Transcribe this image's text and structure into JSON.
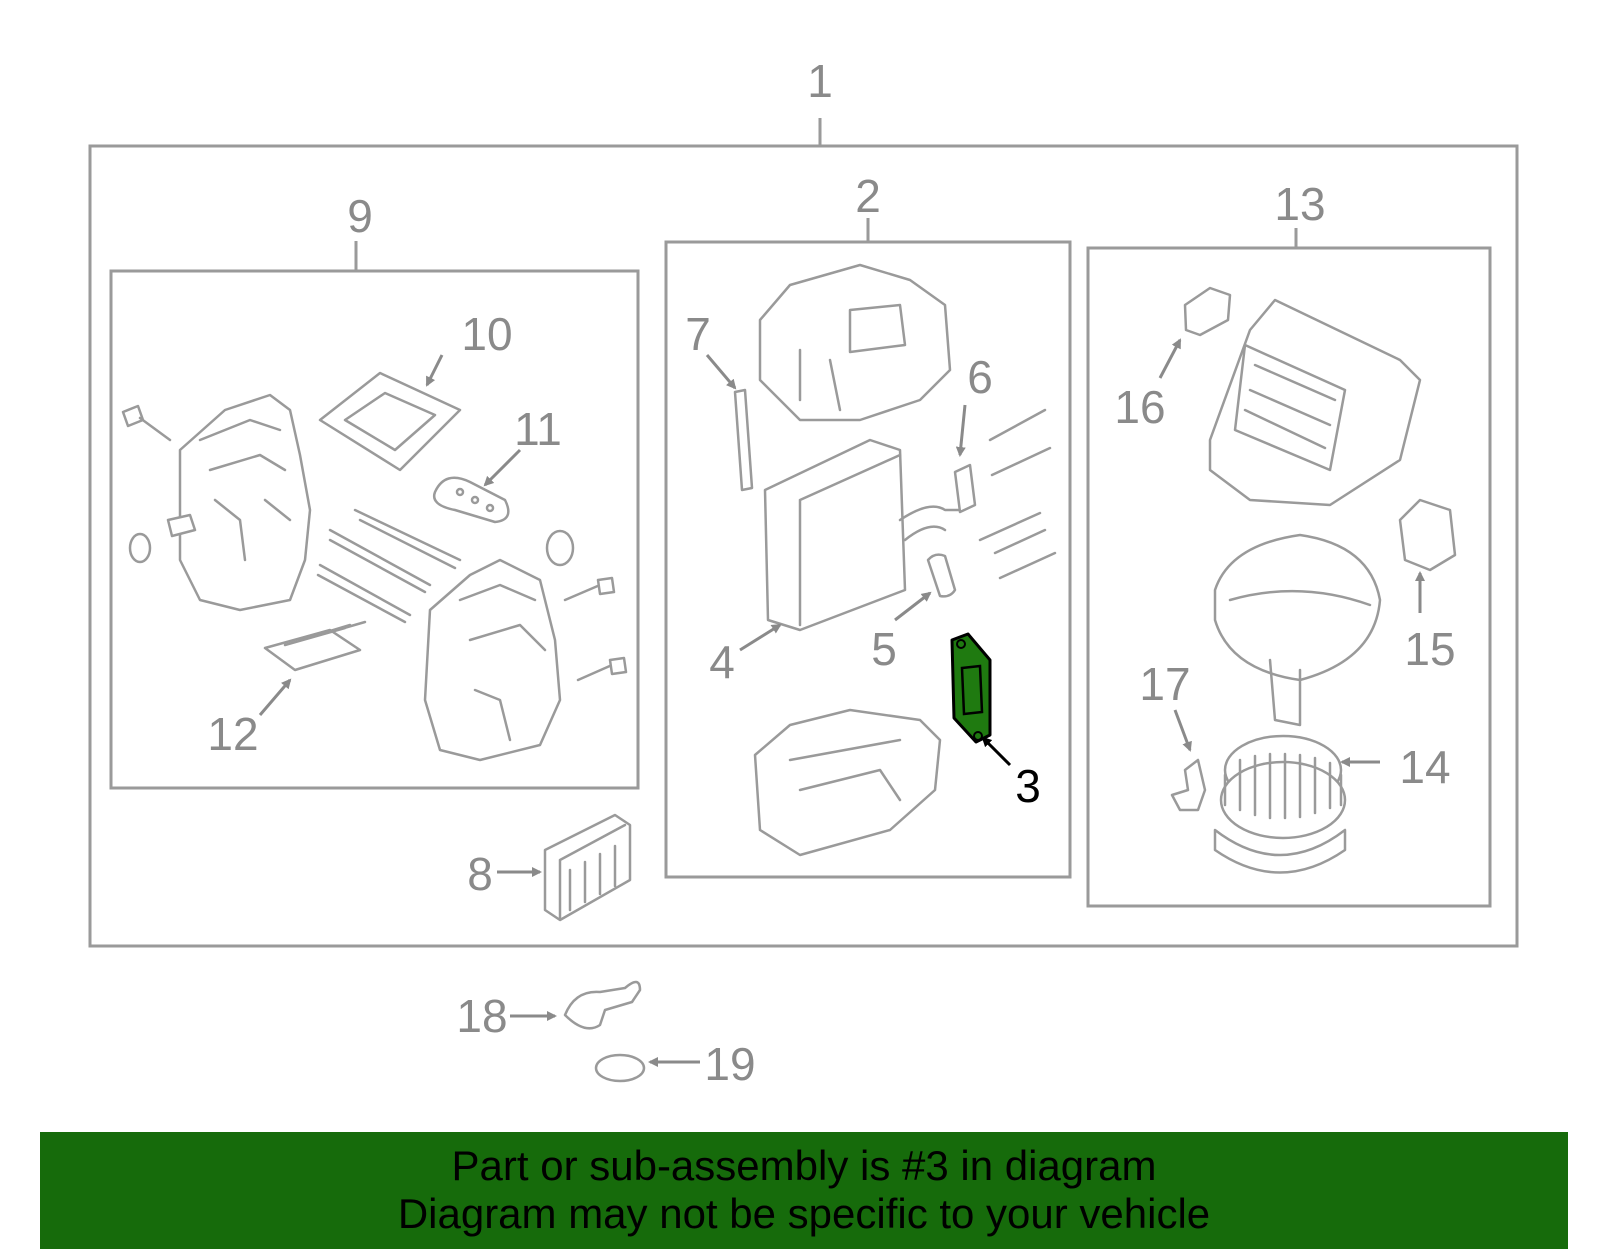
{
  "callouts": {
    "c1": "1",
    "c2": "2",
    "c3": "3",
    "c4": "4",
    "c5": "5",
    "c6": "6",
    "c7": "7",
    "c8": "8",
    "c9": "9",
    "c10": "10",
    "c11": "11",
    "c12": "12",
    "c13": "13",
    "c14": "14",
    "c15": "15",
    "c16": "16",
    "c17": "17",
    "c18": "18",
    "c19": "19"
  },
  "highlight": {
    "callout": "3",
    "color": "#166b0b"
  },
  "colors": {
    "line": "#9a9a9a",
    "label": "#8a8a8a",
    "banner": "#166b0b",
    "highlight_part": "#1f7a10"
  },
  "banner": {
    "line1": "Part or sub-assembly is #3 in diagram",
    "line2": "Diagram may not be specific to your vehicle"
  }
}
